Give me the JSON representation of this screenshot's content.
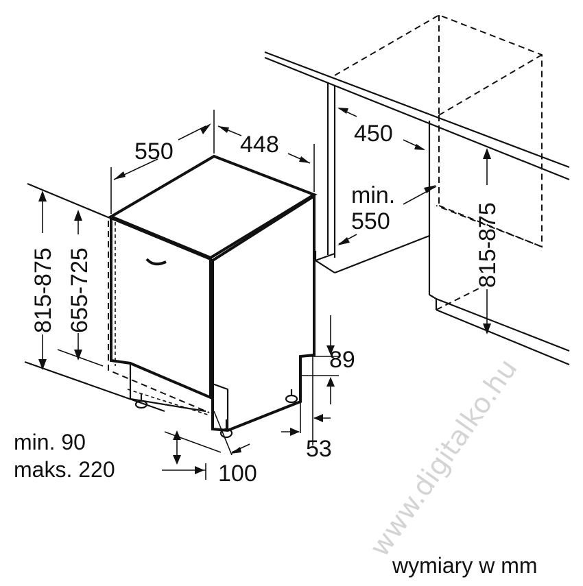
{
  "diagram": {
    "labels": {
      "width_depth": "550",
      "width_front": "448",
      "niche_width": "450",
      "niche_depth_line1": "min.",
      "niche_depth_line2": "550",
      "height_total_left": "815-875",
      "height_door": "655-725",
      "height_niche_right": "815-875",
      "plinth_height": "89",
      "foot_offset": "53",
      "plinth_range_line1": "min. 90",
      "plinth_range_line2": "maks. 220",
      "plinth_depth": "100"
    },
    "units_caption": "wymiary w mm",
    "watermark": "www.digitalko.hu"
  }
}
